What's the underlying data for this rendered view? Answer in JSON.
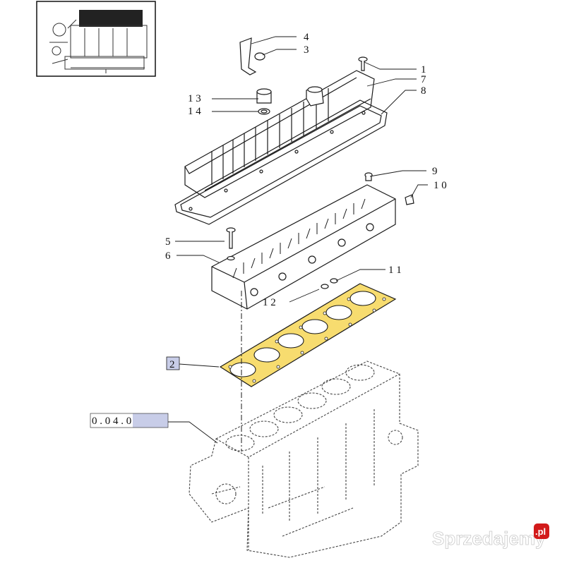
{
  "callouts": [
    {
      "id": "4",
      "label": "4"
    },
    {
      "id": "3",
      "label": "3"
    },
    {
      "id": "1",
      "label": "1"
    },
    {
      "id": "7",
      "label": "7"
    },
    {
      "id": "8",
      "label": "8"
    },
    {
      "id": "13",
      "label": "1 3"
    },
    {
      "id": "14",
      "label": "1 4"
    },
    {
      "id": "9",
      "label": "9"
    },
    {
      "id": "10",
      "label": "1 0"
    },
    {
      "id": "5",
      "label": "5"
    },
    {
      "id": "6",
      "label": "6"
    },
    {
      "id": "11",
      "label": "1 1"
    },
    {
      "id": "12",
      "label": "1 2"
    }
  ],
  "highlighted_part": {
    "label": "2",
    "color": "#f7dc6f"
  },
  "reference": {
    "label": "0 . 0 4 . 0"
  },
  "watermark": {
    "brand": "Sprzedajemy",
    "tld": ".pl",
    "accent": "#d21a1a"
  },
  "colors": {
    "line": "#1a1a1a",
    "gasket": "#f7dc6f",
    "highlight_box": "#c8cde8"
  }
}
